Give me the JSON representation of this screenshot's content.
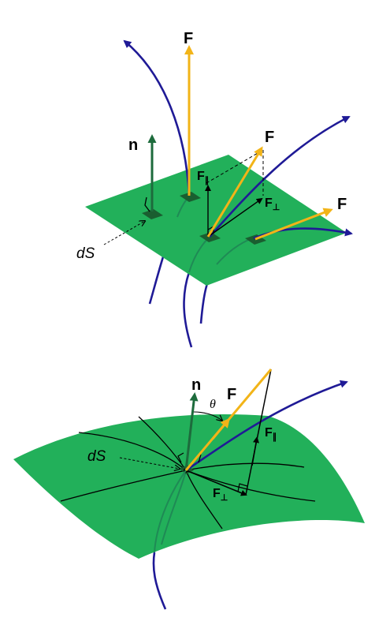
{
  "colors": {
    "surface": "#22b05a",
    "patch": "#1a5e30",
    "field_line": "#1f1a96",
    "force": "#f2b418",
    "normal": "#1d6b3c",
    "ink": "#000000",
    "buried_line": "#1f8a55"
  },
  "labels": {
    "force": "F",
    "normal": "n",
    "area_element": "dS",
    "theta": "θ",
    "parallel_sub": "∥",
    "perp_sub": "⊥"
  }
}
